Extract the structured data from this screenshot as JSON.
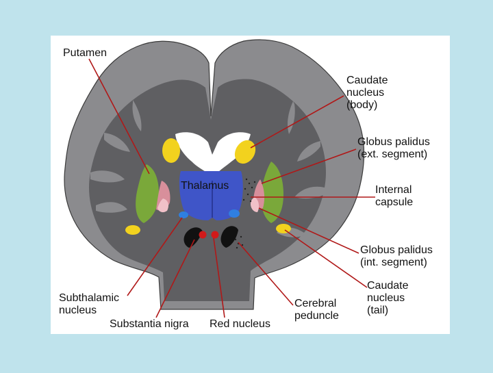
{
  "colors": {
    "background": "#bfe3ec",
    "panel": "#ffffff",
    "cortex": "#8b8b8e",
    "white_matter": "#5f5f62",
    "ventricle": "#ffffff",
    "thalamus": "#3f55c8",
    "caudate": "#f2d21e",
    "putamen": "#7aa83a",
    "globus_pallidus_ext": "#d88f9b",
    "globus_pallidus_int": "#f1c1c8",
    "subthalamic": "#2f7fe0",
    "substantia_nigra": "#111111",
    "red_nucleus": "#d11a1a",
    "leader_line": "#b01818"
  },
  "thalamus_label": "Thalamus",
  "labels": {
    "putamen": [
      "Putamen"
    ],
    "caudate_body": [
      "Caudate",
      "nucleus",
      "(body)"
    ],
    "gp_ext": [
      "Globus palidus",
      "(ext. segment)"
    ],
    "internal_capsule": [
      "Internal",
      "capsule"
    ],
    "gp_int": [
      "Globus palidus",
      "(int. segment)"
    ],
    "caudate_tail": [
      "Caudate",
      "nucleus",
      "(tail)"
    ],
    "cerebral_peduncle": [
      "Cerebral",
      "peduncle"
    ],
    "subthalamic": [
      "Subthalamic",
      "nucleus"
    ],
    "substantia_nigra": [
      "Substantia nigra"
    ],
    "red_nucleus": [
      "Red nucleus"
    ]
  }
}
